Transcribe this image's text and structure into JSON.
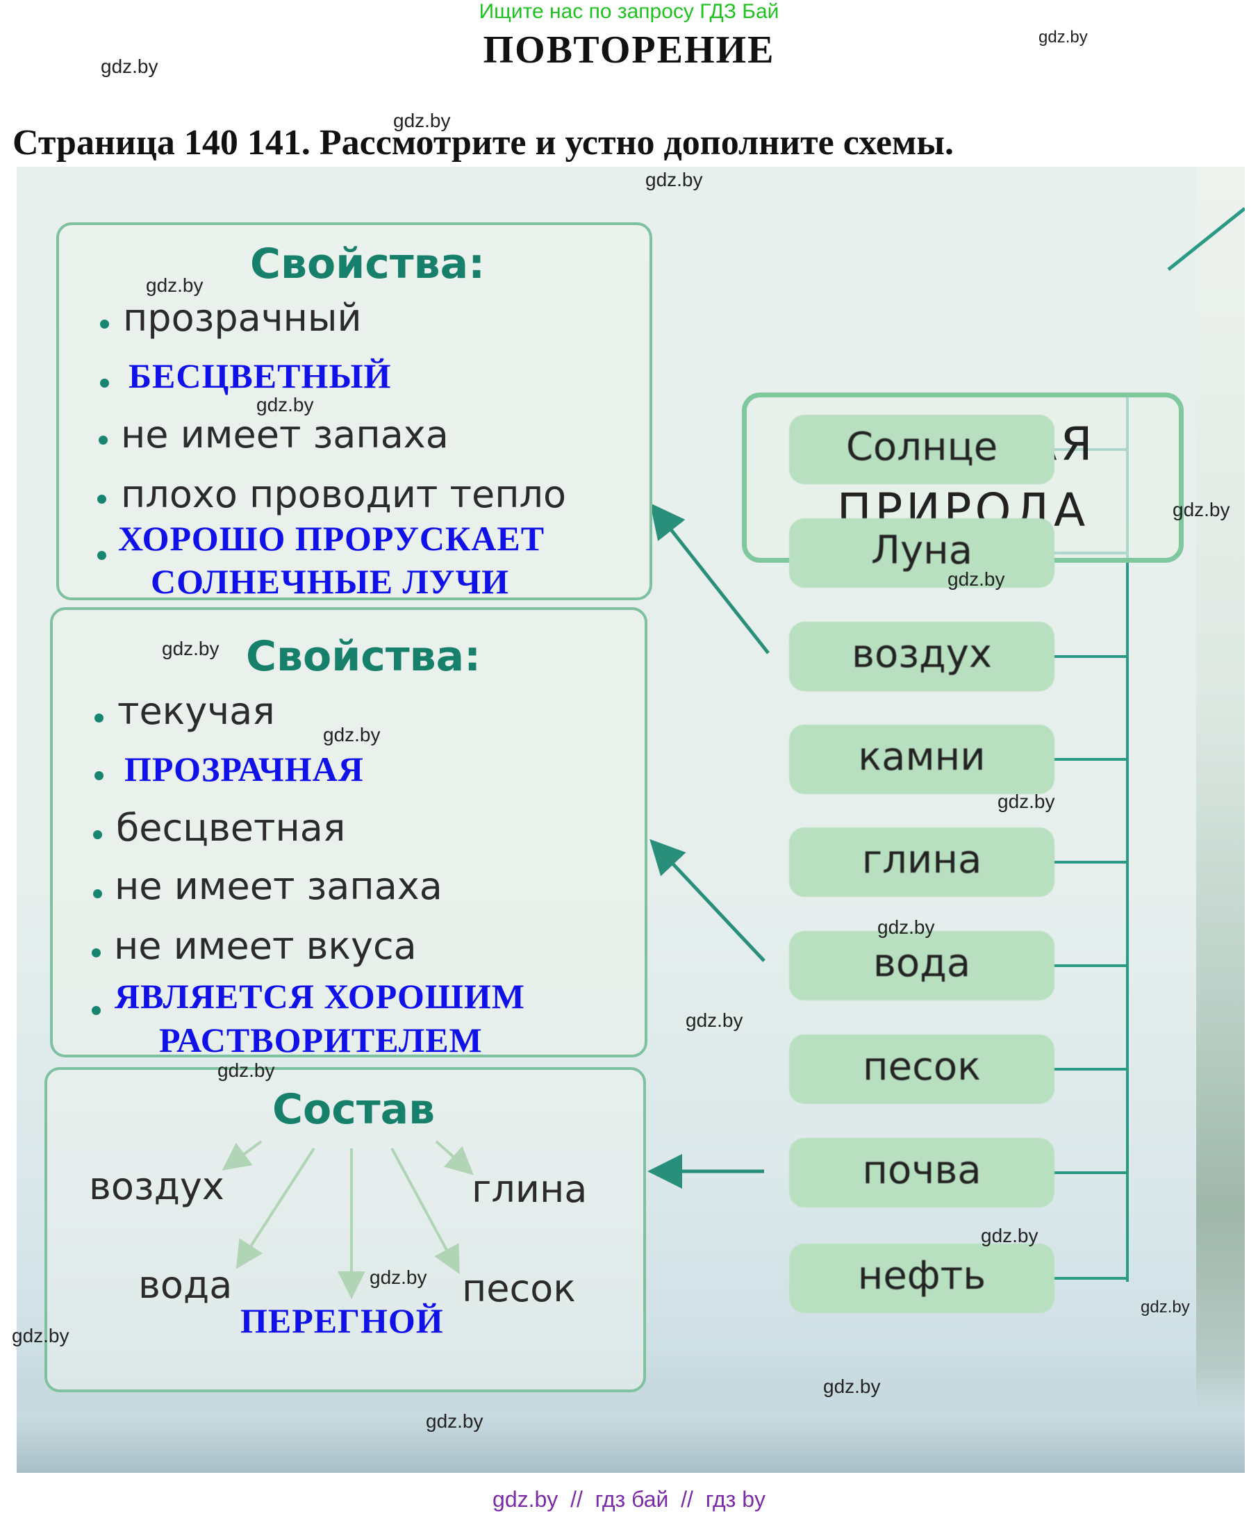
{
  "header": {
    "search_note": "Ищите нас по запросу ГДЗ Бай",
    "title": "ПОВТОРЕНИЕ",
    "task": "Страница 140 141. Рассмотрите и устно дополните схемы."
  },
  "watermark": "gdz.by",
  "air_box": {
    "title": "Свойства:",
    "items": [
      "прозрачный",
      "не имеет запаха",
      "плохо проводит тепло"
    ],
    "answers": [
      "БЕСЦВЕТНЫЙ",
      "ХОРОШО ПРОРУСКАЕТ",
      "СОЛНЕЧНЫЕ ЛУЧИ"
    ]
  },
  "water_box": {
    "title": "Свойства:",
    "items": [
      "текучая",
      "бесцветная",
      "не имеет запаха",
      "не имеет вкуса"
    ],
    "answers": [
      "ПРОЗРАЧНАЯ",
      "ЯВЛЯЕТСЯ ХОРОШИМ",
      "РАСТВОРИТЕЛЕМ"
    ]
  },
  "soil_box": {
    "title": "Состав",
    "items": [
      "воздух",
      "глина",
      "вода",
      "песок"
    ],
    "answer": "ПЕРЕГНОЙ"
  },
  "nonliving": {
    "title_line1": "НЕЖИВАЯ",
    "title_line2": "ПРИРОДА",
    "items": [
      "Солнце",
      "Луна",
      "воздух",
      "камни",
      "глина",
      "вода",
      "песок",
      "почва",
      "нефть"
    ]
  },
  "colors": {
    "green_title": "#16806a",
    "answer_blue": "#1010e8",
    "box_border": "#7fc0a0",
    "arrow": "#2a8f7a",
    "pill": "#b9dfc1",
    "footer": "#7b2aa8",
    "search_note": "#1fc21f"
  },
  "footer": "gdz.by  //  гдз бай  //  гдз by"
}
